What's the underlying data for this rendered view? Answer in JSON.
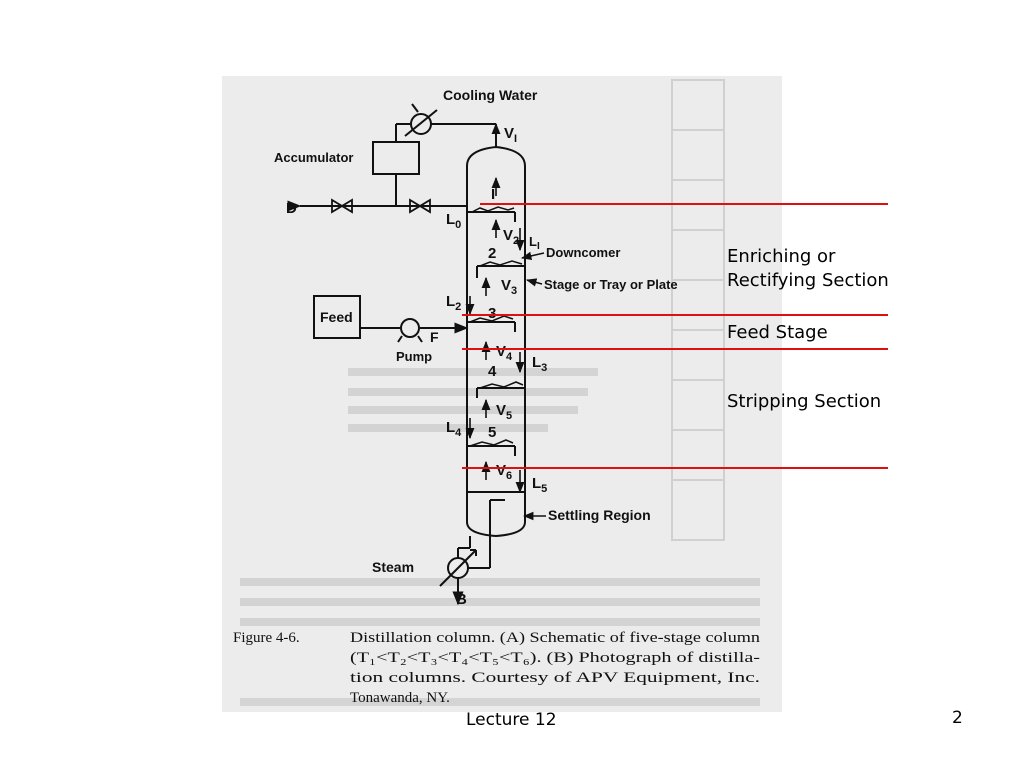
{
  "diagram": {
    "labels": {
      "cooling_water": "Cooling Water",
      "v1": "V",
      "v1_sub": "I",
      "accumulator": "Accumulator",
      "d": "D",
      "l0": "L",
      "l0_sub": "0",
      "stage1": "I",
      "v2": "V",
      "v2_sub": "2",
      "l1": "L",
      "l1_sub": "I",
      "stage2": "2",
      "downcomer": "Downcomer",
      "v3": "V",
      "v3_sub": "3",
      "stage_tray_plate": "Stage or Tray or Plate",
      "feed": "Feed",
      "l2": "L",
      "l2_sub": "2",
      "stage3": "3",
      "f": "F",
      "pump": "Pump",
      "v4": "V",
      "v4_sub": "4",
      "l3": "L",
      "l3_sub": "3",
      "stage4": "4",
      "v5": "V",
      "v5_sub": "5",
      "stage5": "5",
      "l4": "L",
      "l4_sub": "4",
      "v6": "V",
      "v6_sub": "6",
      "l5": "L",
      "l5_sub": "5",
      "settling_region": "Settling Region",
      "steam": "Steam",
      "b": "B"
    },
    "caption": {
      "figure_label": "Figure 4-6.",
      "lines": [
        "Distillation column.  (A) Schematic of five-stage column",
        "(T₁<T₂<T₃<T₄<T₅<T₆).  (B) Photograph of distilla-",
        "tion columns.  Courtesy of APV Equipment, Inc.",
        "Tonawanda, NY."
      ]
    }
  },
  "annotations": {
    "enriching_line1": "Enriching or",
    "enriching_line2": "Rectifying Section",
    "feed_stage": "Feed Stage",
    "stripping_section": "Stripping Section"
  },
  "footer": {
    "lecture": "Lecture 12",
    "page_number": "2"
  },
  "colors": {
    "section_line": "#e01010",
    "scan_background": "#ececec"
  }
}
